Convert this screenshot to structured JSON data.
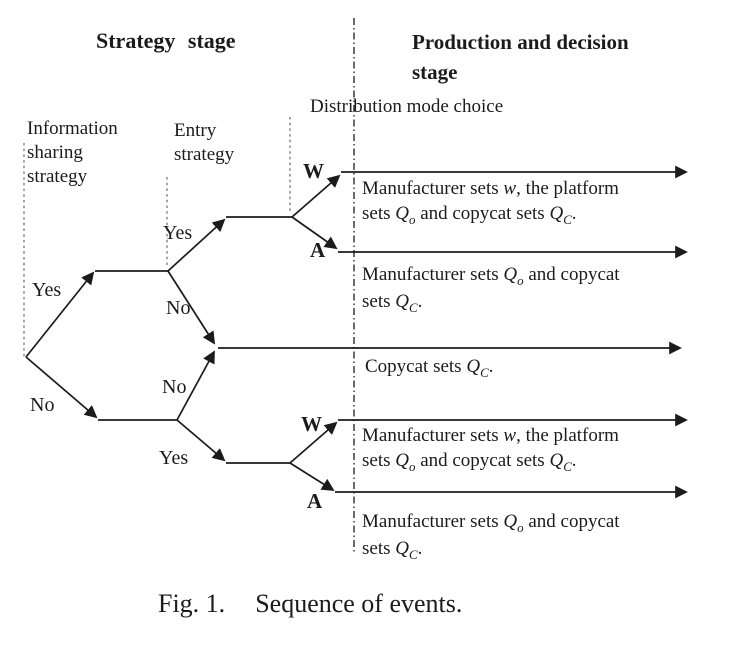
{
  "headers": {
    "strategy_stage": "Strategy stage",
    "production_stage_line1": "Production and decision",
    "production_stage_line2": "stage"
  },
  "stage_labels": {
    "information_sharing": "Information sharing strategy",
    "entry": "Entry strategy",
    "distribution": "Distribution mode choice"
  },
  "branches": {
    "info_yes": "Yes",
    "info_no": "No",
    "entry_upper_yes": "Yes",
    "entry_upper_no": "No",
    "entry_lower_no": "No",
    "entry_lower_yes": "Yes",
    "dist_upper_w": "W",
    "dist_upper_a": "A",
    "dist_lower_w": "W",
    "dist_lower_a": "A"
  },
  "outcomes": [
    {
      "a": "Manufacturer sets ",
      "w": "w",
      "b": ", the platform",
      "c": "sets ",
      "q1": "Q",
      "s1": "o",
      "d": " and copycat sets ",
      "q2": "Q",
      "s2": "C",
      "e": "."
    },
    {
      "a": "Manufacturer sets ",
      "q1": "Q",
      "s1": "o",
      "b": " and copycat",
      "c": "sets ",
      "q2": "Q",
      "s2": "C",
      "d": "."
    },
    {
      "a": "Copycat sets ",
      "q1": "Q",
      "s1": "C",
      "b": "."
    },
    {
      "a": "Manufacturer sets ",
      "w": "w",
      "b": ", the platform",
      "c": "sets ",
      "q1": "Q",
      "s1": "o",
      "d": " and copycat sets ",
      "q2": "Q",
      "s2": "C",
      "e": "."
    },
    {
      "a": "Manufacturer sets ",
      "q1": "Q",
      "s1": "o",
      "b": " and copycat",
      "c": "sets ",
      "q2": "Q",
      "s2": "C",
      "d": "."
    }
  ],
  "caption": {
    "label": "Fig. 1.",
    "text": "Sequence of events."
  }
}
